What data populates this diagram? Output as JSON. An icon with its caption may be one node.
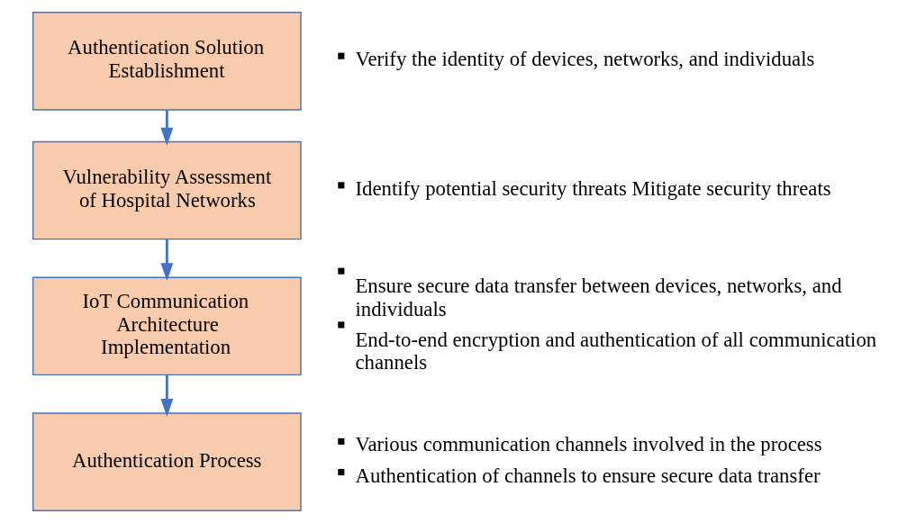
{
  "diagram": {
    "nodes": [
      {
        "text": [
          "Authentication Solution Establishment"
        ],
        "beside": [
          "Verify the identity of devices, networks, and individuals"
        ]
      },
      {
        "text": [
          "Vulnerability Assessment of Hospital Networks"
        ],
        "beside": [
          "Identify potential security threats Mitigate security threats"
        ]
      },
      {
        "text": [
          "IoT Communication Architecture Implementation"
        ],
        "beside": [
          "Ensure secure data transfer between devices, networks, and individuals",
          "End-to-end encryption and authentication of all communication channels"
        ]
      },
      {
        "text": [
          "Authentication Process"
        ],
        "beside": [
          "Various communication channels involved in the process",
          "Authentication of channels to ensure secure data transfer"
        ]
      }
    ],
    "edges": [
      {
        "from": 0,
        "to": 1,
        "arrow": "to"
      },
      {
        "from": 1,
        "to": 2,
        "arrow": "to"
      },
      {
        "from": 2,
        "to": 3,
        "arrow": "to"
      }
    ]
  }
}
